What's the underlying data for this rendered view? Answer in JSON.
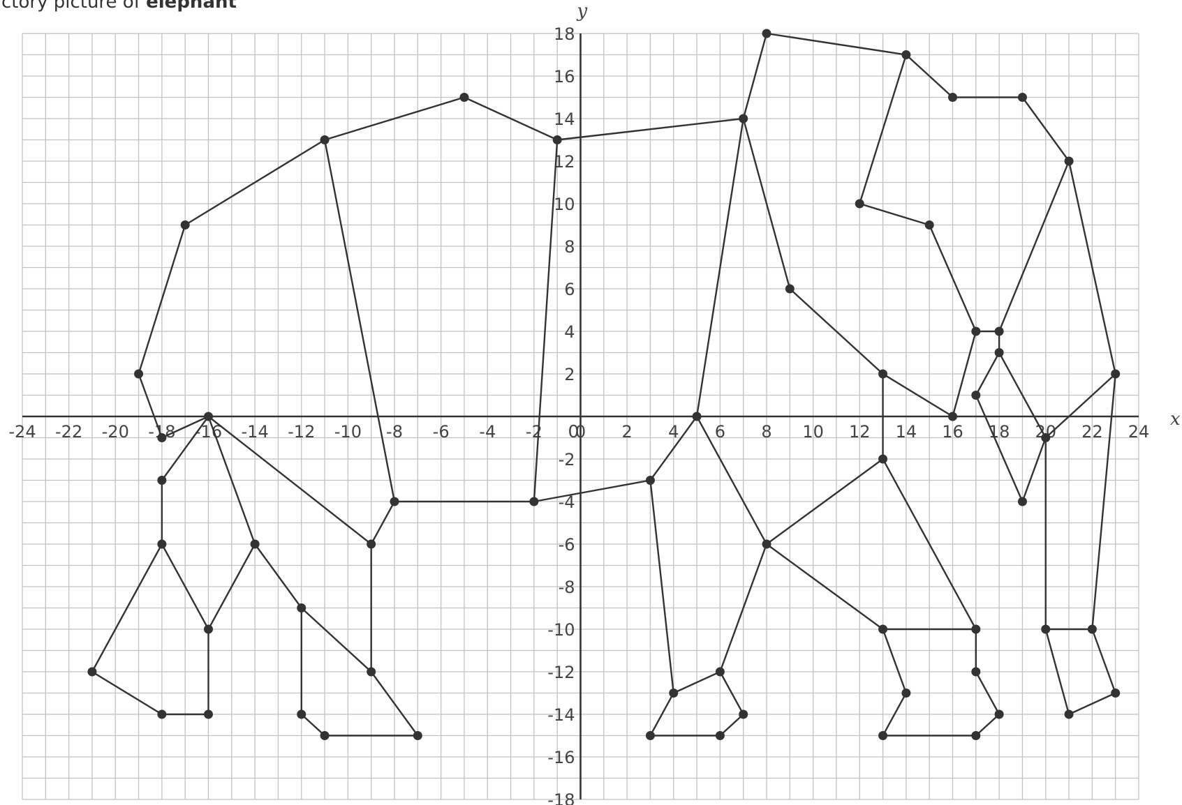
{
  "caption": {
    "prefix": "ctory picture of ",
    "bold": "elephant"
  },
  "colors": {
    "grid": "#c2c2c2",
    "axis": "#333333",
    "segment": "#333333",
    "point": "#333333"
  },
  "chart_data": {
    "type": "scatter",
    "xlabel": "x",
    "ylabel": "y",
    "xlim": [
      -24,
      24
    ],
    "ylim": [
      -18,
      18
    ],
    "grid": true,
    "x_ticks": [
      "-24",
      "-22",
      "-20",
      "-18",
      "-16",
      "-14",
      "-12",
      "-10",
      "-8",
      "-6",
      "-4",
      "-2",
      "0",
      "2",
      "4",
      "6",
      "8",
      "10",
      "12",
      "14",
      "16",
      "18",
      "20",
      "22",
      "24"
    ],
    "y_ticks": [
      "18",
      "16",
      "14",
      "12",
      "10",
      "8",
      "6",
      "4",
      "2",
      "-2",
      "-4",
      "-6",
      "-8",
      "-10",
      "-12",
      "-14",
      "-16",
      "-18"
    ],
    "segments": [
      [
        [
          -18,
          -1
        ],
        [
          -19,
          2
        ]
      ],
      [
        [
          -19,
          2
        ],
        [
          -17,
          9
        ]
      ],
      [
        [
          -17,
          9
        ],
        [
          -11,
          13
        ]
      ],
      [
        [
          -11,
          13
        ],
        [
          -5,
          15
        ]
      ],
      [
        [
          -5,
          15
        ],
        [
          -1,
          13
        ]
      ],
      [
        [
          -1,
          13
        ],
        [
          7,
          14
        ]
      ],
      [
        [
          7,
          14
        ],
        [
          8,
          18
        ]
      ],
      [
        [
          8,
          18
        ],
        [
          14,
          17
        ]
      ],
      [
        [
          14,
          17
        ],
        [
          16,
          15
        ]
      ],
      [
        [
          16,
          15
        ],
        [
          19,
          15
        ]
      ],
      [
        [
          19,
          15
        ],
        [
          21,
          12
        ]
      ],
      [
        [
          21,
          12
        ],
        [
          23,
          2
        ]
      ],
      [
        [
          23,
          2
        ],
        [
          20,
          -1
        ]
      ],
      [
        [
          20,
          -1
        ],
        [
          20,
          -10
        ]
      ],
      [
        [
          20,
          -10
        ],
        [
          21,
          -14
        ]
      ],
      [
        [
          21,
          -14
        ],
        [
          23,
          -13
        ]
      ],
      [
        [
          23,
          -13
        ],
        [
          22,
          -10
        ]
      ],
      [
        [
          22,
          -10
        ],
        [
          20,
          -10
        ]
      ],
      [
        [
          22,
          -10
        ],
        [
          23,
          2
        ]
      ],
      [
        [
          -18,
          -1
        ],
        [
          -16,
          0
        ]
      ],
      [
        [
          -16,
          0
        ],
        [
          -18,
          -3
        ]
      ],
      [
        [
          -18,
          -3
        ],
        [
          -18,
          -6
        ]
      ],
      [
        [
          -18,
          -6
        ],
        [
          -21,
          -12
        ]
      ],
      [
        [
          -21,
          -12
        ],
        [
          -18,
          -14
        ]
      ],
      [
        [
          -18,
          -14
        ],
        [
          -16,
          -14
        ]
      ],
      [
        [
          -16,
          -14
        ],
        [
          -16,
          -10
        ]
      ],
      [
        [
          -16,
          -10
        ],
        [
          -18,
          -6
        ]
      ],
      [
        [
          -16,
          -10
        ],
        [
          -14,
          -6
        ]
      ],
      [
        [
          -16,
          0
        ],
        [
          -14,
          -6
        ]
      ],
      [
        [
          -14,
          -6
        ],
        [
          -12,
          -9
        ]
      ],
      [
        [
          -12,
          -9
        ],
        [
          -12,
          -14
        ]
      ],
      [
        [
          -12,
          -14
        ],
        [
          -11,
          -15
        ]
      ],
      [
        [
          -11,
          -15
        ],
        [
          -7,
          -15
        ]
      ],
      [
        [
          -7,
          -15
        ],
        [
          -9,
          -12
        ]
      ],
      [
        [
          -9,
          -12
        ],
        [
          -12,
          -9
        ]
      ],
      [
        [
          -9,
          -12
        ],
        [
          -9,
          -6
        ]
      ],
      [
        [
          -9,
          -6
        ],
        [
          -16,
          0
        ]
      ],
      [
        [
          -9,
          -6
        ],
        [
          -8,
          -4
        ]
      ],
      [
        [
          -8,
          -4
        ],
        [
          -11,
          13
        ]
      ],
      [
        [
          -8,
          -4
        ],
        [
          -2,
          -4
        ]
      ],
      [
        [
          -2,
          -4
        ],
        [
          -1,
          13
        ]
      ],
      [
        [
          -2,
          -4
        ],
        [
          3,
          -3
        ]
      ],
      [
        [
          3,
          -3
        ],
        [
          4,
          -13
        ]
      ],
      [
        [
          4,
          -13
        ],
        [
          3,
          -15
        ]
      ],
      [
        [
          3,
          -15
        ],
        [
          6,
          -15
        ]
      ],
      [
        [
          6,
          -15
        ],
        [
          7,
          -14
        ]
      ],
      [
        [
          7,
          -14
        ],
        [
          6,
          -12
        ]
      ],
      [
        [
          6,
          -12
        ],
        [
          4,
          -13
        ]
      ],
      [
        [
          6,
          -12
        ],
        [
          8,
          -6
        ]
      ],
      [
        [
          3,
          -3
        ],
        [
          5,
          0
        ]
      ],
      [
        [
          5,
          0
        ],
        [
          7,
          14
        ]
      ],
      [
        [
          5,
          0
        ],
        [
          8,
          -6
        ]
      ],
      [
        [
          7,
          14
        ],
        [
          9,
          6
        ]
      ],
      [
        [
          9,
          6
        ],
        [
          13,
          2
        ]
      ],
      [
        [
          13,
          2
        ],
        [
          16,
          0
        ]
      ],
      [
        [
          13,
          2
        ],
        [
          13,
          -2
        ]
      ],
      [
        [
          13,
          -2
        ],
        [
          8,
          -6
        ]
      ],
      [
        [
          8,
          -6
        ],
        [
          13,
          -10
        ]
      ],
      [
        [
          13,
          -10
        ],
        [
          17,
          -10
        ]
      ],
      [
        [
          17,
          -10
        ],
        [
          13,
          -2
        ]
      ],
      [
        [
          13,
          -10
        ],
        [
          14,
          -13
        ]
      ],
      [
        [
          14,
          -13
        ],
        [
          13,
          -15
        ]
      ],
      [
        [
          13,
          -15
        ],
        [
          17,
          -15
        ]
      ],
      [
        [
          17,
          -15
        ],
        [
          18,
          -14
        ]
      ],
      [
        [
          18,
          -14
        ],
        [
          17,
          -12
        ]
      ],
      [
        [
          17,
          -12
        ],
        [
          17,
          -10
        ]
      ],
      [
        [
          14,
          17
        ],
        [
          12,
          10
        ]
      ],
      [
        [
          12,
          10
        ],
        [
          15,
          9
        ]
      ],
      [
        [
          15,
          9
        ],
        [
          17,
          4
        ]
      ],
      [
        [
          17,
          4
        ],
        [
          18,
          4
        ]
      ],
      [
        [
          18,
          4
        ],
        [
          21,
          12
        ]
      ],
      [
        [
          17,
          4
        ],
        [
          16,
          0
        ]
      ],
      [
        [
          18,
          4
        ],
        [
          18,
          3
        ]
      ],
      [
        [
          18,
          3
        ],
        [
          17,
          1
        ]
      ],
      [
        [
          17,
          1
        ],
        [
          19,
          -4
        ]
      ],
      [
        [
          19,
          -4
        ],
        [
          20,
          -1
        ]
      ],
      [
        [
          18,
          3
        ],
        [
          20,
          -1
        ]
      ]
    ],
    "points": [
      [
        -19,
        2
      ],
      [
        -18,
        -1
      ],
      [
        -17,
        9
      ],
      [
        -11,
        13
      ],
      [
        -5,
        15
      ],
      [
        -1,
        13
      ],
      [
        7,
        14
      ],
      [
        8,
        18
      ],
      [
        14,
        17
      ],
      [
        16,
        15
      ],
      [
        19,
        15
      ],
      [
        21,
        12
      ],
      [
        23,
        2
      ],
      [
        20,
        -1
      ],
      [
        20,
        -10
      ],
      [
        21,
        -14
      ],
      [
        23,
        -13
      ],
      [
        22,
        -10
      ],
      [
        -16,
        0
      ],
      [
        -18,
        -3
      ],
      [
        -18,
        -6
      ],
      [
        -21,
        -12
      ],
      [
        -18,
        -14
      ],
      [
        -16,
        -14
      ],
      [
        -16,
        -10
      ],
      [
        -14,
        -6
      ],
      [
        -12,
        -9
      ],
      [
        -12,
        -14
      ],
      [
        -11,
        -15
      ],
      [
        -7,
        -15
      ],
      [
        -9,
        -12
      ],
      [
        -9,
        -6
      ],
      [
        -8,
        -4
      ],
      [
        -2,
        -4
      ],
      [
        3,
        -3
      ],
      [
        4,
        -13
      ],
      [
        3,
        -15
      ],
      [
        6,
        -15
      ],
      [
        7,
        -14
      ],
      [
        6,
        -12
      ],
      [
        8,
        -6
      ],
      [
        5,
        0
      ],
      [
        9,
        6
      ],
      [
        13,
        2
      ],
      [
        16,
        0
      ],
      [
        13,
        -2
      ],
      [
        13,
        -10
      ],
      [
        17,
        -10
      ],
      [
        14,
        -13
      ],
      [
        13,
        -15
      ],
      [
        17,
        -15
      ],
      [
        18,
        -14
      ],
      [
        17,
        -12
      ],
      [
        12,
        10
      ],
      [
        15,
        9
      ],
      [
        17,
        4
      ],
      [
        18,
        4
      ],
      [
        18,
        3
      ],
      [
        17,
        1
      ],
      [
        19,
        -4
      ]
    ]
  }
}
